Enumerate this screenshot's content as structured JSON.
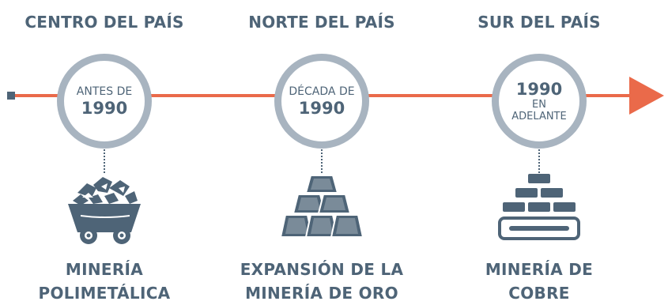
{
  "stages": [
    {
      "region": "CENTRO DEL PAÍS",
      "period_top": "ANTES DE",
      "period_year": "1990",
      "period_bottom": "",
      "icon": "mine-cart-icon",
      "caption_line1": "MINERÍA",
      "caption_line2": "POLIMETÁLICA"
    },
    {
      "region": "NORTE DEL PAÍS",
      "period_top": "DÉCADA DE",
      "period_year": "1990",
      "period_bottom": "",
      "icon": "gold-bars-icon",
      "caption_line1": "EXPANSIÓN DE LA",
      "caption_line2": "MINERÍA DE ORO"
    },
    {
      "region": "SUR DEL PAÍS",
      "period_top": "",
      "period_year": "1990",
      "period_bottom": "EN ADELANTE",
      "icon": "copper-bars-icon",
      "caption_line1": "MINERÍA DE",
      "caption_line2": "COBRE"
    }
  ],
  "colors": {
    "text": "#4e6477",
    "circle_border": "#a8b4c0",
    "timeline": "#ea6a4a"
  }
}
